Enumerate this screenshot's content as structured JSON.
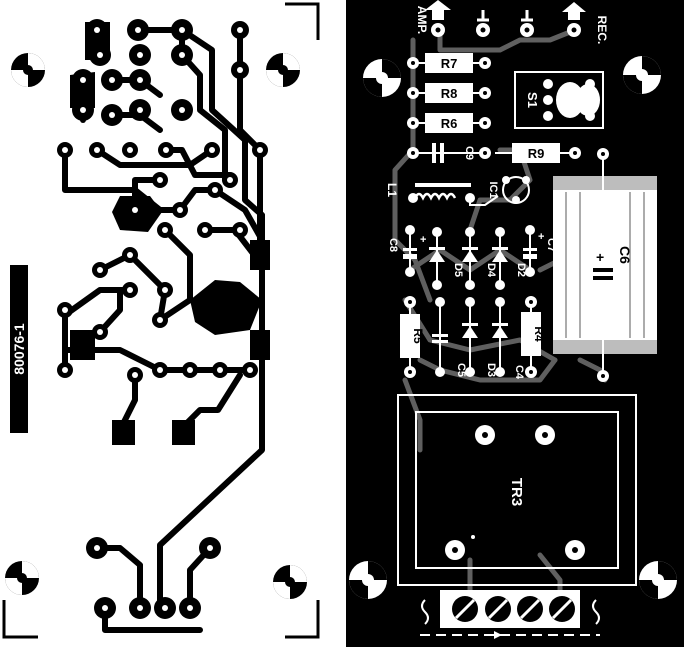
{
  "copper_side": {
    "board_code": "80076-1"
  },
  "component_side": {
    "connectors": {
      "amp": "AMP.",
      "rec": "REC."
    },
    "resistors": {
      "r7": "R7",
      "r8": "R8",
      "r6": "R6",
      "r9": "R9",
      "r5": "R5",
      "r4": "R4"
    },
    "capacitors": {
      "c9": "C9",
      "c8": "C8",
      "c7": "C7",
      "c6": "C6",
      "c5": "C5",
      "c4": "C4"
    },
    "diodes": {
      "d5": "D5",
      "d4": "D4",
      "d2": "D2",
      "d3": "D3"
    },
    "other": {
      "s1": "S1",
      "l1": "L1",
      "ic1": "IC1",
      "tr3": "TR3"
    }
  }
}
